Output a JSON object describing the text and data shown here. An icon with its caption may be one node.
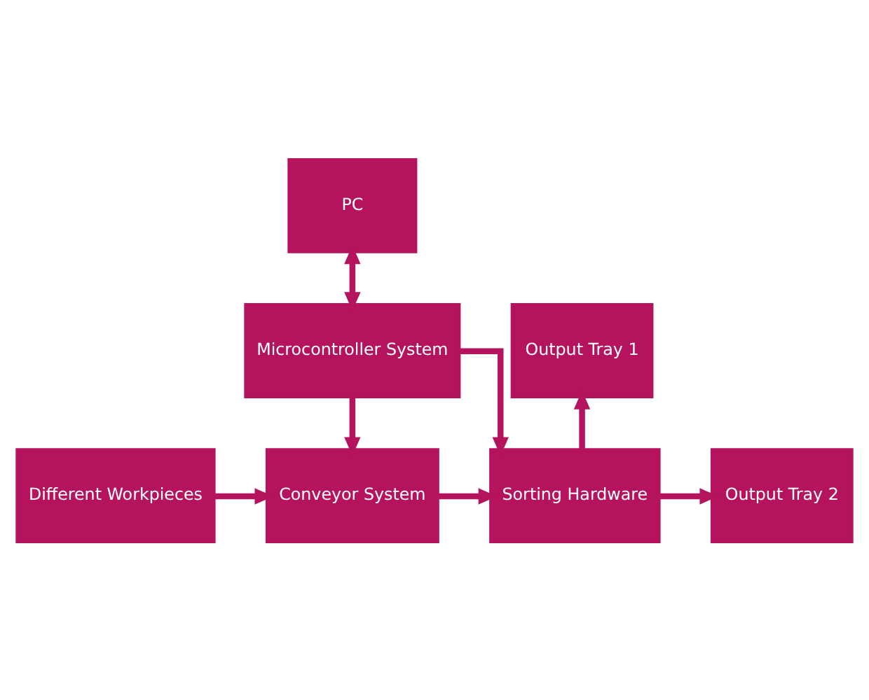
{
  "diagram": {
    "nodes": [
      {
        "text": [
          "PC"
        ]
      },
      {
        "text": [
          "Microcontroller System"
        ]
      },
      {
        "text": [
          "Output Tray 1"
        ]
      },
      {
        "text": [
          "Different Workpieces"
        ]
      },
      {
        "text": [
          "Conveyor System"
        ]
      },
      {
        "text": [
          "Sorting Hardware"
        ]
      },
      {
        "text": [
          "Output Tray 2"
        ]
      }
    ],
    "edges": [
      {
        "from": 0,
        "to": 1,
        "arrow": "both"
      },
      {
        "from": 1,
        "to": 4,
        "arrow": "to"
      },
      {
        "from": 1,
        "to": 5,
        "arrow": "to"
      },
      {
        "from": 3,
        "to": 4,
        "arrow": "to"
      },
      {
        "from": 4,
        "to": 5,
        "arrow": "to"
      },
      {
        "from": 5,
        "to": 2,
        "arrow": "to"
      },
      {
        "from": 5,
        "to": 6,
        "arrow": "to"
      }
    ]
  }
}
